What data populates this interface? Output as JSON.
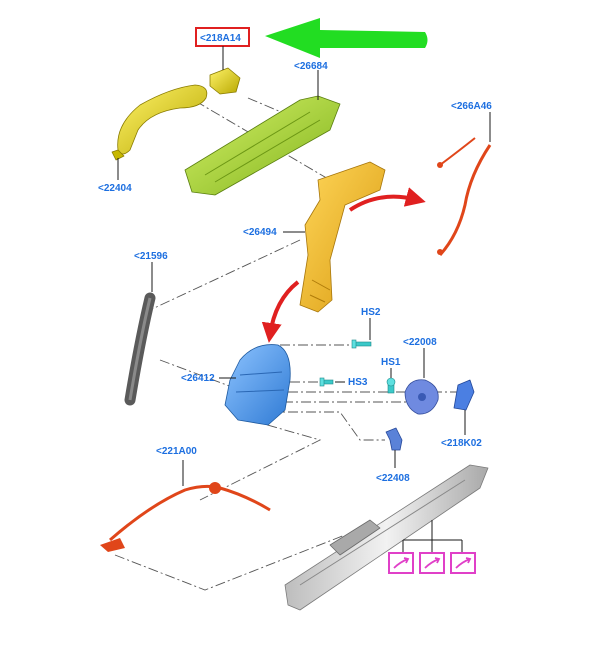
{
  "callouts": {
    "c218A14": "<218A14",
    "c26684": "<26684",
    "c22404": "<22404",
    "c266A46": "<266A46",
    "c26494": "<26494",
    "c21596": "<21596",
    "cHS2": "HS2",
    "c22008": "<22008",
    "cHS1": "HS1",
    "c26412": "<26412",
    "cHS3": "HS3",
    "c218K02": "<218K02",
    "c22408": "<22408",
    "c221A00": "<221A00"
  },
  "colors": {
    "callout_text": "#1d6fe0",
    "highlight_box": "#e02020",
    "pointer_arrow": "#22dd22",
    "flow_arrow": "#e02020",
    "symbol_magenta": "#e040c8",
    "handle_yellow": "#e3d400",
    "bracket_green": "#a8d626",
    "rod_orange": "#f2b21b",
    "cable_red": "#e0461a",
    "latch_blue": "#4f9be8",
    "weatherstrip_gray": "#5a5a5a",
    "trim_panel_gray": "#c9c9c9"
  },
  "icons": [
    "arrow-pointer-icon",
    "flow-arrow-icon",
    "reference-symbol-icon"
  ]
}
